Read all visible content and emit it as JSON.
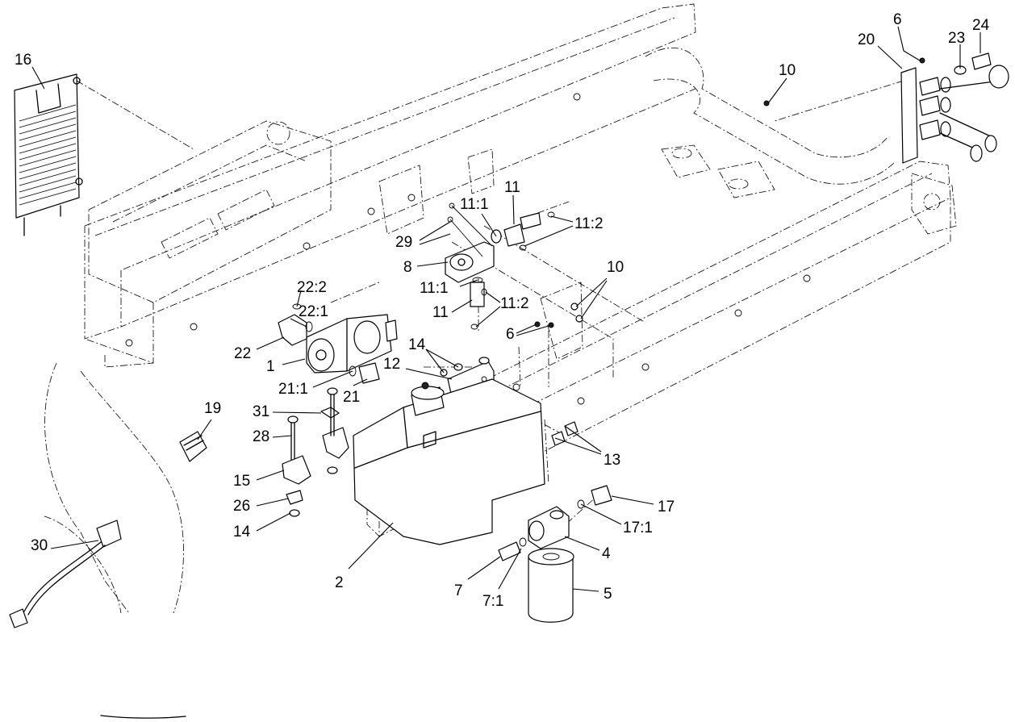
{
  "callouts": [
    {
      "id": "c16",
      "text": "16"
    },
    {
      "id": "c6a",
      "text": "6"
    },
    {
      "id": "c24",
      "text": "24"
    },
    {
      "id": "c20",
      "text": "20"
    },
    {
      "id": "c23",
      "text": "23"
    },
    {
      "id": "c10a",
      "text": "10"
    },
    {
      "id": "c11a",
      "text": "11"
    },
    {
      "id": "c11_1a",
      "text": "11:1"
    },
    {
      "id": "c11_2a",
      "text": "11:2"
    },
    {
      "id": "c29",
      "text": "29"
    },
    {
      "id": "c8",
      "text": "8"
    },
    {
      "id": "c11_1b",
      "text": "11:1"
    },
    {
      "id": "c11b",
      "text": "11"
    },
    {
      "id": "c11_2b",
      "text": "11:2"
    },
    {
      "id": "c10b",
      "text": "10"
    },
    {
      "id": "c22_2",
      "text": "22:2"
    },
    {
      "id": "c22_1",
      "text": "22:1"
    },
    {
      "id": "c22",
      "text": "22"
    },
    {
      "id": "c1",
      "text": "1"
    },
    {
      "id": "c6b",
      "text": "6"
    },
    {
      "id": "c14a",
      "text": "14"
    },
    {
      "id": "c12",
      "text": "12"
    },
    {
      "id": "c21_1",
      "text": "21:1"
    },
    {
      "id": "c21",
      "text": "21"
    },
    {
      "id": "c19",
      "text": "19"
    },
    {
      "id": "c31",
      "text": "31"
    },
    {
      "id": "c28",
      "text": "28"
    },
    {
      "id": "c13",
      "text": "13"
    },
    {
      "id": "c15",
      "text": "15"
    },
    {
      "id": "c17",
      "text": "17"
    },
    {
      "id": "c26",
      "text": "26"
    },
    {
      "id": "c17_1",
      "text": "17:1"
    },
    {
      "id": "c14b",
      "text": "14"
    },
    {
      "id": "c30",
      "text": "30"
    },
    {
      "id": "c4",
      "text": "4"
    },
    {
      "id": "c2",
      "text": "2"
    },
    {
      "id": "c7",
      "text": "7"
    },
    {
      "id": "c5",
      "text": "5"
    },
    {
      "id": "c7_1",
      "text": "7:1"
    }
  ]
}
